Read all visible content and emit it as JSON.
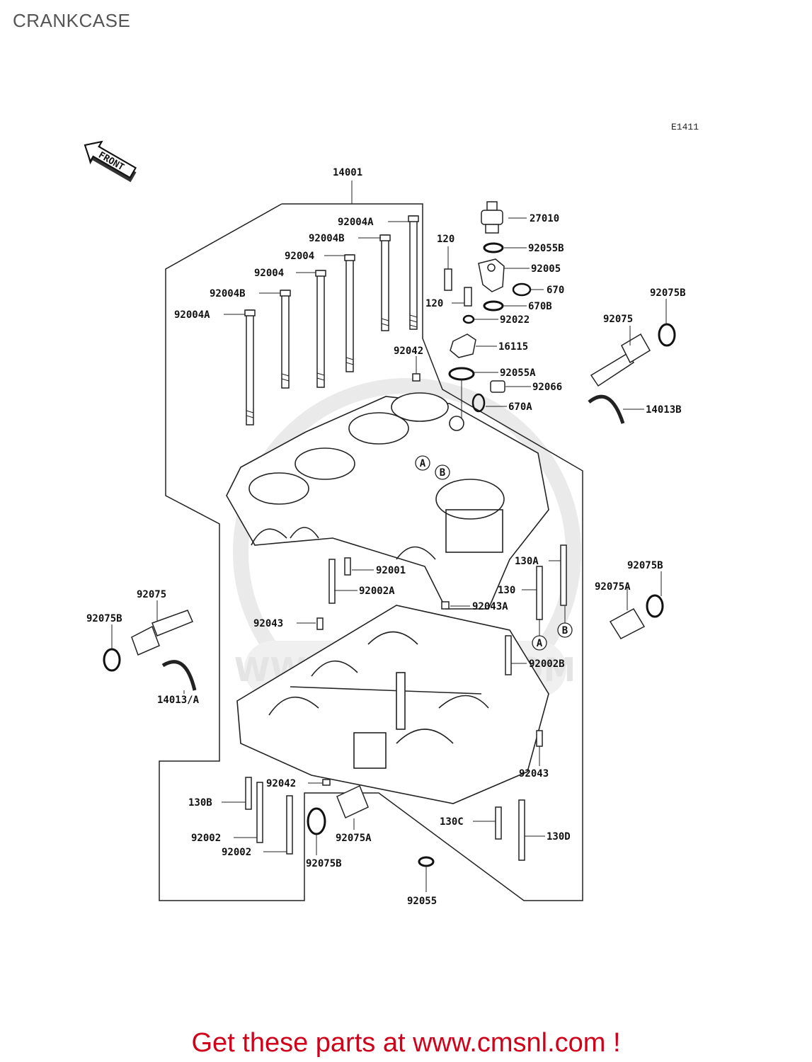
{
  "title": "CRANKCASE",
  "diagram_code": "E1411",
  "front_label": "FRONT",
  "footer_link": "Get these parts at www.cmsnl.com !",
  "watermark_text": "WWW.CMSNL.COM",
  "colors": {
    "promo": "#d0021b",
    "line": "#222222",
    "watermark": "#d9d9d9"
  },
  "callouts": {
    "c14001": "14001",
    "c27010": "27010",
    "c92055B": "92055B",
    "c92005": "92005",
    "c670": "670",
    "c670B": "670B",
    "c92022": "92022",
    "c16115": "16115",
    "c92055A": "92055A",
    "c92066": "92066",
    "c670A": "670A",
    "c14013B": "14013B",
    "c92075B_tr": "92075B",
    "c92075_tr": "92075",
    "c120a": "120",
    "c120b": "120",
    "c92004A_top": "92004A",
    "c92004B_top": "92004B",
    "c92004_a": "92004",
    "c92004_b": "92004",
    "c92004B_l": "92004B",
    "c92004A_l": "92004A",
    "c92042_top": "92042",
    "circA_top": "A",
    "circB_top": "B",
    "c92001": "92001",
    "c92002A": "92002A",
    "c130A": "130A",
    "c130": "130",
    "c92043A": "92043A",
    "c92043_l": "92043",
    "circA_r": "A",
    "circB_r": "B",
    "c92002B": "92002B",
    "c92075B_r": "92075B",
    "c92075A_r": "92075A",
    "c92075_l": "92075",
    "c92075B_l": "92075B",
    "c14013A": "14013/A",
    "c92043_r": "92043",
    "c92042_bot": "92042",
    "c130B": "130B",
    "c92002_a": "92002",
    "c92002_b": "92002",
    "c92075A_b": "92075A",
    "c92075B_b": "92075B",
    "c130C": "130C",
    "c130D": "130D",
    "c92055": "92055"
  }
}
